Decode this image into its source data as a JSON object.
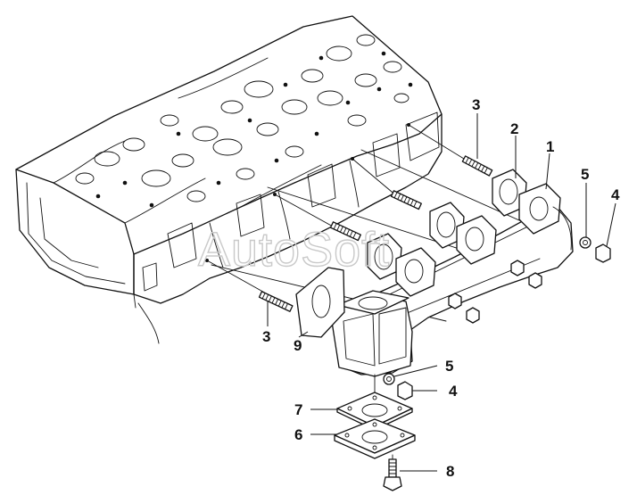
{
  "watermark": "AutoSoft",
  "callouts": [
    {
      "id": "c1",
      "label": "1"
    },
    {
      "id": "c2",
      "label": "2"
    },
    {
      "id": "c3a",
      "label": "3"
    },
    {
      "id": "c3b",
      "label": "3"
    },
    {
      "id": "c4a",
      "label": "4"
    },
    {
      "id": "c4b",
      "label": "4"
    },
    {
      "id": "c5a",
      "label": "5"
    },
    {
      "id": "c5b",
      "label": "5"
    },
    {
      "id": "c6",
      "label": "6"
    },
    {
      "id": "c7",
      "label": "7"
    },
    {
      "id": "c8",
      "label": "8"
    },
    {
      "id": "c9",
      "label": "9"
    }
  ]
}
